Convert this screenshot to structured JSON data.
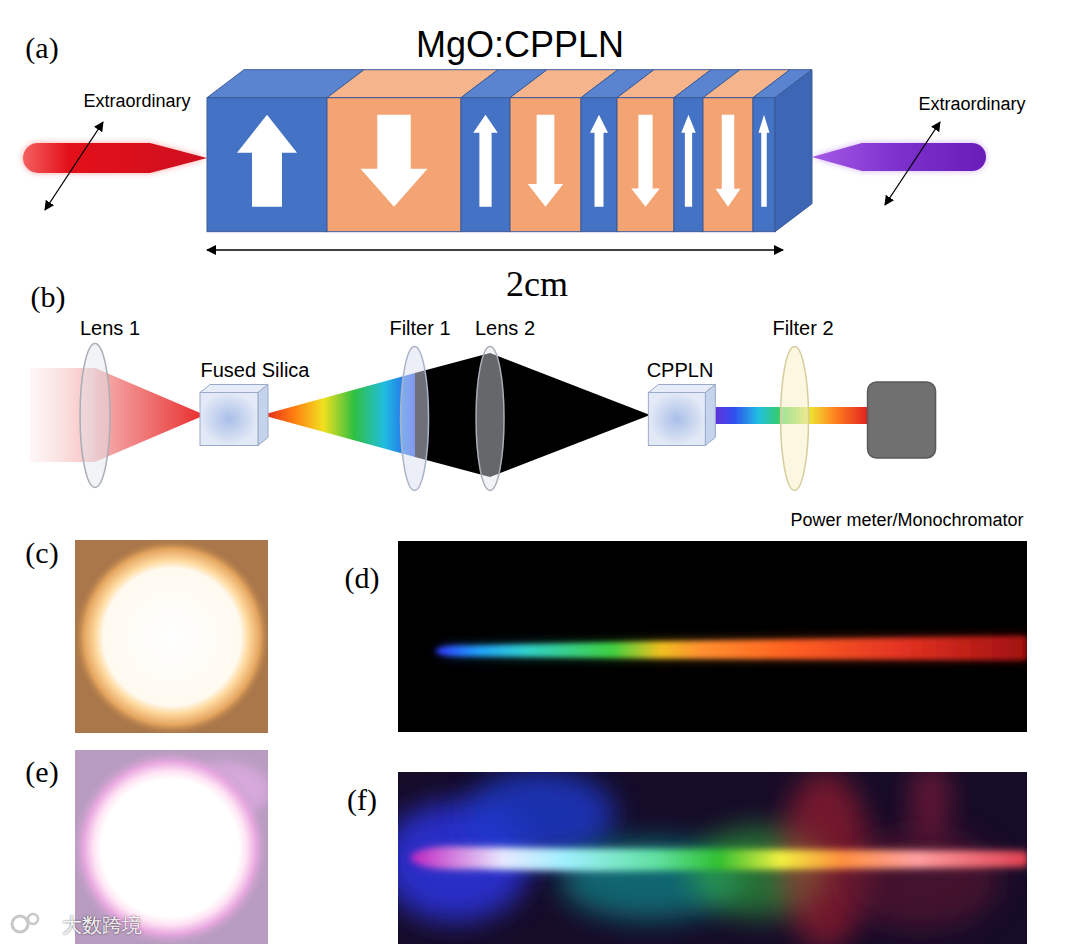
{
  "diagram": {
    "nodes": [
      {
        "text": [
          "MgO:CPPLN"
        ]
      },
      {
        "text": [
          "Lens 1"
        ]
      },
      {
        "text": [
          "Fused Silica"
        ]
      },
      {
        "text": [
          "Filter 1"
        ]
      },
      {
        "text": [
          "Lens 2"
        ]
      },
      {
        "text": [
          "CPPLN"
        ]
      },
      {
        "text": [
          "Filter 2"
        ]
      },
      {
        "text": [
          "Power meter/Monochromator"
        ]
      }
    ],
    "labels": [
      "(a)",
      "Extraordinary",
      "Extraordinary",
      "2cm",
      "(b)",
      "(c)",
      "(d)",
      "(e)",
      "(f)",
      "大数跨境"
    ]
  }
}
